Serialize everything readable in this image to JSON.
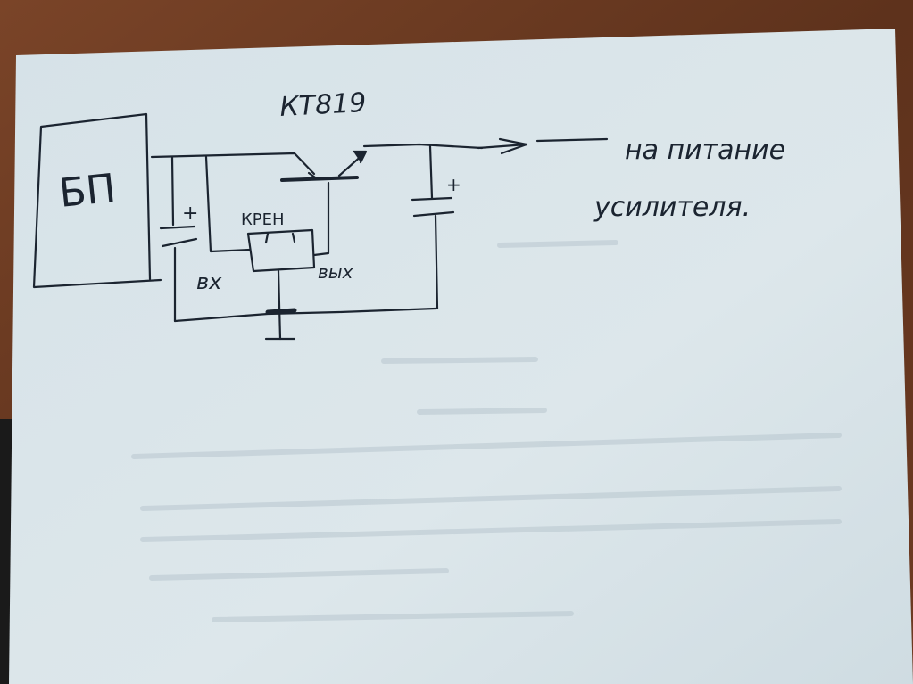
{
  "colors": {
    "table": "#6b3a22",
    "paper": "#dfe8ec",
    "ink": "#1b2430"
  },
  "labels": {
    "power_supply": "БП",
    "transistor": "КТ819",
    "regulator": "КРЕН",
    "regulator_input": "вх",
    "regulator_output": "вых",
    "cap_left_polarity": "+",
    "cap_right_polarity": "+",
    "output_line1": "на питание",
    "output_line2": "усилителя."
  }
}
